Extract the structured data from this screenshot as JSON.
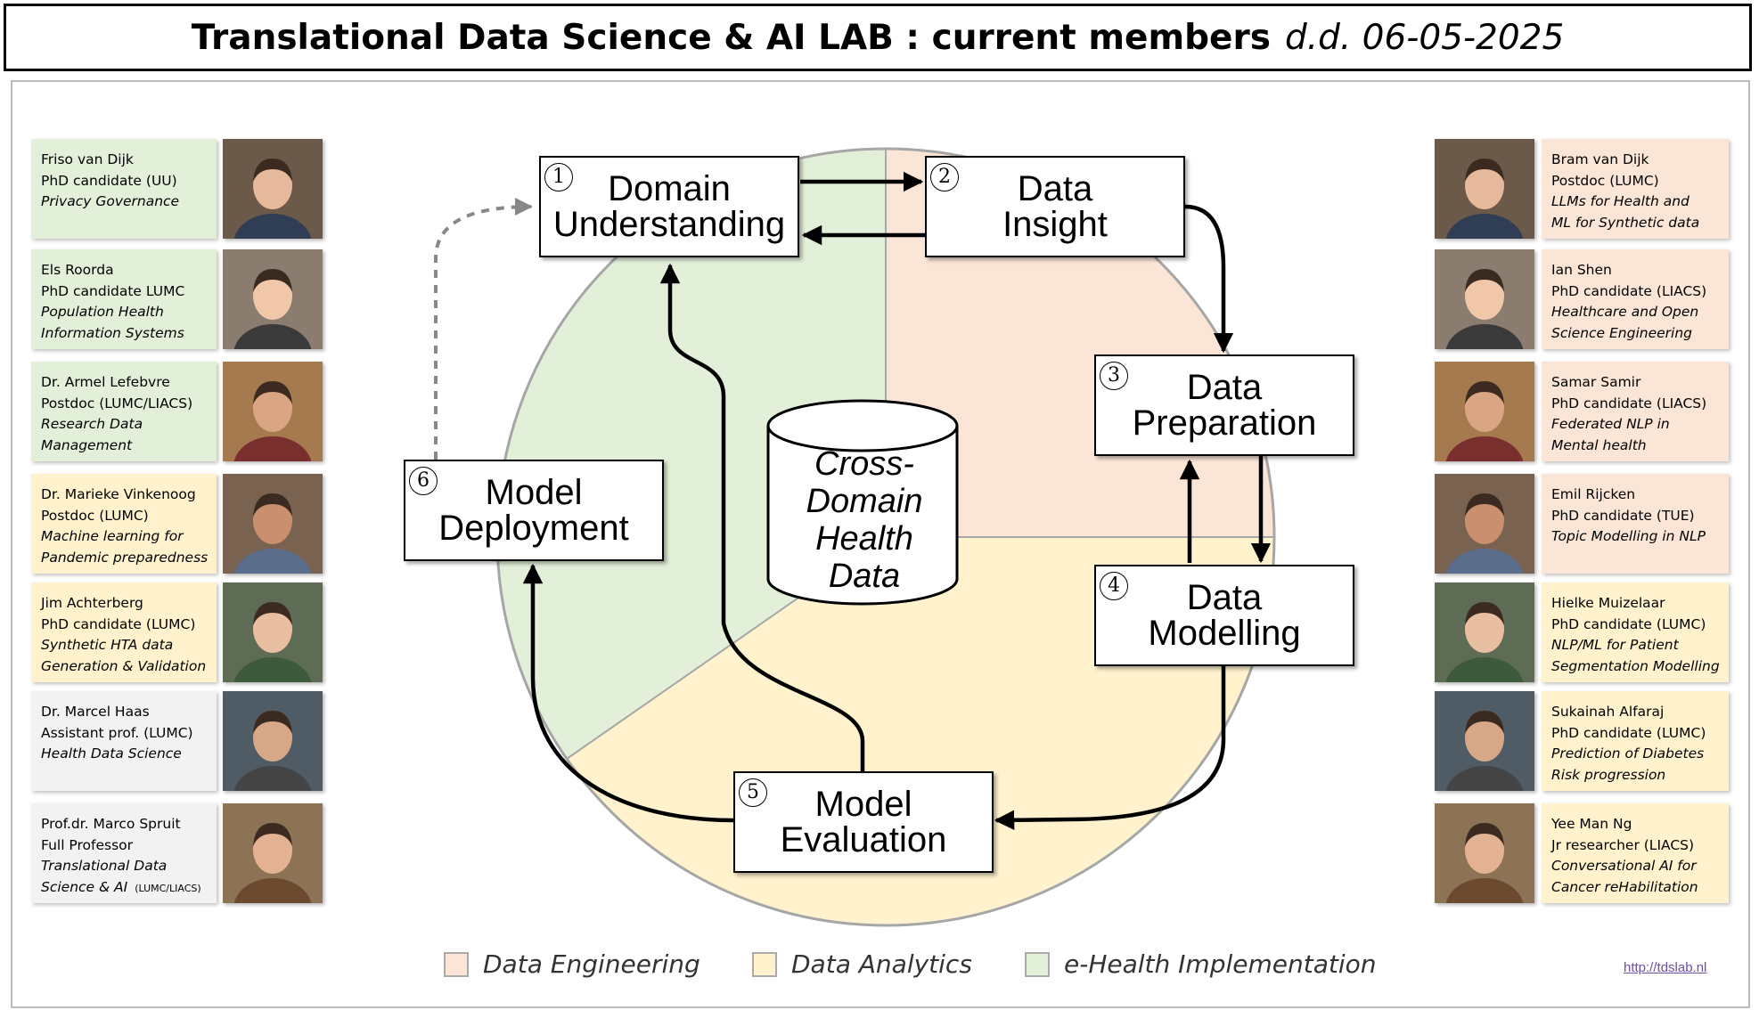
{
  "header": {
    "title": "Translational Data Science & AI LAB : current members",
    "date": "d.d. 06-05-2025"
  },
  "colors": {
    "data_engineering": "#fbe5d6",
    "data_analytics": "#fff2cc",
    "ehealth_implementation": "#e2f0d9",
    "neutral": "#f2f2f2"
  },
  "left_members": [
    {
      "name": "Friso van Dijk",
      "role": "PhD candidate (UU)",
      "topic_lines": [
        "Privacy Governance"
      ],
      "color": "green"
    },
    {
      "name": "Els Roorda",
      "role": "PhD candidate LUMC",
      "topic_lines": [
        "Population Health",
        "Information Systems"
      ],
      "color": "green"
    },
    {
      "name": "Dr. Armel Lefebvre",
      "role": "Postdoc (LUMC/LIACS)",
      "topic_lines": [
        "Research Data",
        "Management"
      ],
      "color": "green"
    },
    {
      "name": "Dr. Marieke Vinkenoog",
      "role": "Postdoc (LUMC)",
      "topic_lines": [
        "Machine learning for",
        "Pandemic preparedness"
      ],
      "color": "yellow"
    },
    {
      "name": "Jim Achterberg",
      "role": "PhD candidate (LUMC)",
      "topic_lines": [
        "Synthetic HTA data",
        "Generation & Validation"
      ],
      "color": "yellow"
    },
    {
      "name": "Dr. Marcel Haas",
      "role": "Assistant prof. (LUMC)",
      "topic_lines": [
        "Health Data Science"
      ],
      "color": "grey"
    },
    {
      "name": "Prof.dr. Marco Spruit",
      "role": "Full Professor",
      "topic_lines": [
        "Translational Data",
        "Science & AI"
      ],
      "affiliation": "(LUMC/LIACS)",
      "color": "grey"
    }
  ],
  "right_members": [
    {
      "name": "Bram van Dijk",
      "role": "Postdoc (LUMC)",
      "topic_lines": [
        "LLMs for Health and",
        "ML for Synthetic data"
      ],
      "color": "peach"
    },
    {
      "name": "Ian Shen",
      "role": "PhD candidate (LIACS)",
      "topic_lines": [
        "Healthcare and Open",
        "Science Engineering"
      ],
      "color": "peach"
    },
    {
      "name": "Samar Samir",
      "role": "PhD candidate (LIACS)",
      "topic_lines": [
        "Federated NLP in",
        "Mental health"
      ],
      "color": "peach"
    },
    {
      "name": "Emil Rijcken",
      "role": "PhD candidate (TUE)",
      "topic_lines": [
        "Topic Modelling in NLP"
      ],
      "color": "peach"
    },
    {
      "name": "Hielke Muizelaar",
      "role": "PhD candidate (LUMC)",
      "topic_lines": [
        "NLP/ML for Patient",
        "Segmentation Modelling"
      ],
      "color": "yellow"
    },
    {
      "name": "Sukainah Alfaraj",
      "role": "PhD candidate (LUMC)",
      "topic_lines": [
        "Prediction of Diabetes",
        "Risk progression"
      ],
      "color": "yellow"
    },
    {
      "name": "Yee Man Ng",
      "role": "Jr researcher (LIACS)",
      "topic_lines": [
        "Conversational AI for",
        "Cancer reHabilitation"
      ],
      "color": "yellow"
    }
  ],
  "steps": [
    {
      "number": "1",
      "label": "Domain\nUnderstanding"
    },
    {
      "number": "2",
      "label": "Data\nInsight"
    },
    {
      "number": "3",
      "label": "Data\nPreparation"
    },
    {
      "number": "4",
      "label": "Data\nModelling"
    },
    {
      "number": "5",
      "label": "Model\nEvaluation"
    },
    {
      "number": "6",
      "label": "Model\nDeployment"
    }
  ],
  "center": {
    "label": "Cross-\nDomain\nHealth\nData"
  },
  "legend": [
    {
      "label": "Data Engineering",
      "color": "#fbe5d6"
    },
    {
      "label": "Data Analytics",
      "color": "#fff2cc"
    },
    {
      "label": "e-Health Implementation",
      "color": "#e2f0d9"
    }
  ],
  "url": "http://tdslab.nl"
}
